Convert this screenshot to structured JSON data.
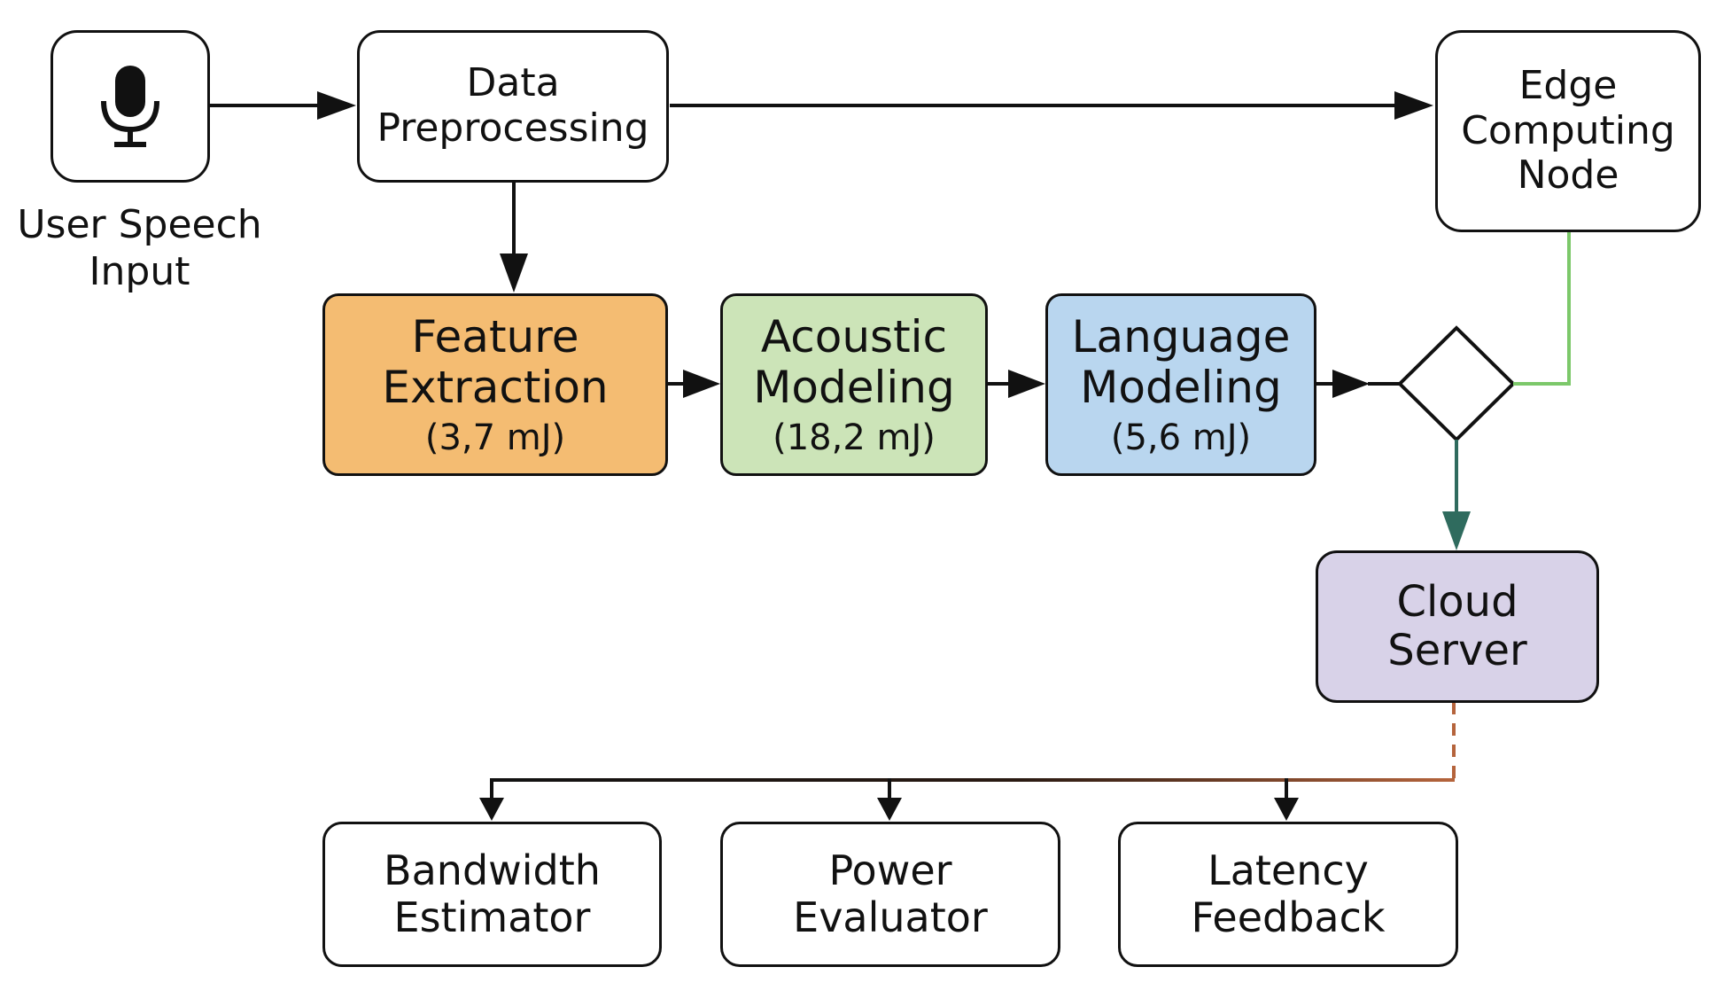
{
  "input": {
    "icon": "microphone-icon",
    "label_line1": "User Speech",
    "label_line2": "Input"
  },
  "preprocessing": {
    "line1": "Data",
    "line2": "Preprocessing"
  },
  "edge_node": {
    "line1": "Edge",
    "line2": "Computing",
    "line3": "Node"
  },
  "feature_extraction": {
    "line1": "Feature",
    "line2": "Extraction",
    "energy": "(3,7 mJ)",
    "color": "#f4bc72"
  },
  "acoustic_modeling": {
    "line1": "Acoustic",
    "line2": "Modeling",
    "energy": "(18,2 mJ)",
    "color": "#cce4b8"
  },
  "language_modeling": {
    "line1": "Language",
    "line2": "Modeling",
    "energy": "(5,6 mJ)",
    "color": "#b9d6ef"
  },
  "cloud_server": {
    "line1": "Cloud",
    "line2": "Server",
    "color": "#d8d2e8"
  },
  "bandwidth_estimator": {
    "line1": "Bandwidth",
    "line2": "Estimator"
  },
  "power_evaluator": {
    "line1": "Power",
    "line2": "Evaluator"
  },
  "latency_feedback": {
    "line1": "Latency",
    "line2": "Feedback"
  },
  "colors": {
    "edge_link": "#7cc86a",
    "cloud_link": "#2f6b5e",
    "feedback_link": "#b5643c"
  }
}
